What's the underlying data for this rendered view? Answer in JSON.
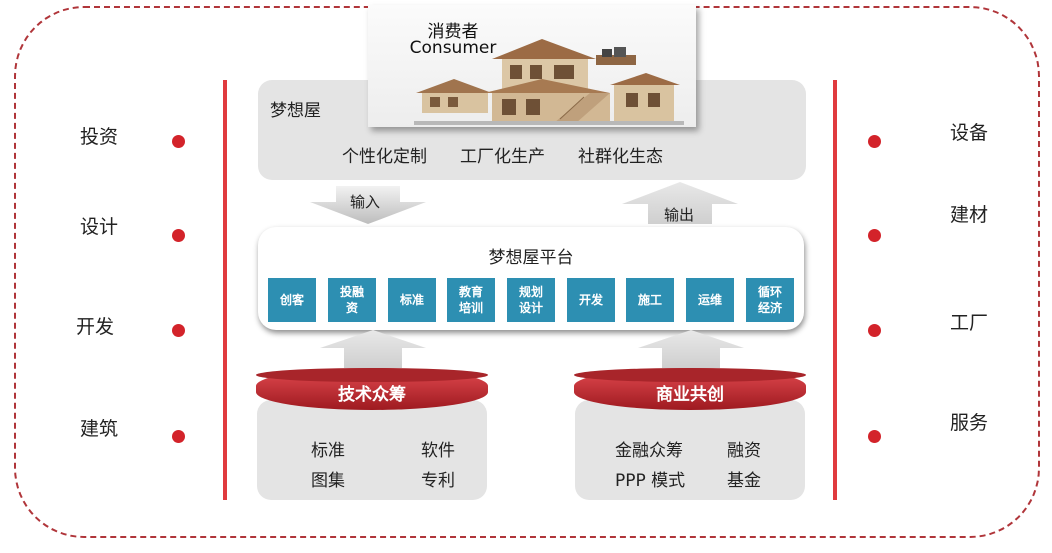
{
  "consumer": {
    "line1": "消费者",
    "line2": "Consumer"
  },
  "dream_house": {
    "title": "梦想屋",
    "features": [
      "个性化定制",
      "工厂化生产",
      "社群化生态"
    ]
  },
  "arrows": {
    "input": "输入",
    "output": "输出"
  },
  "platform": {
    "title": "梦想屋平台",
    "modules": [
      "创客",
      "投融\n资",
      "标准",
      "教育\n培训",
      "规划\n设计",
      "开发",
      "施工",
      "运维",
      "循环\n经济"
    ]
  },
  "tech_crowdfunding": {
    "title": "技术众筹",
    "items": [
      "标准",
      "软件",
      "图集",
      "专利"
    ]
  },
  "business_cocreation": {
    "title": "商业共创",
    "items": [
      "金融众筹",
      "融资",
      "PPP 模式",
      "基金"
    ]
  },
  "left_items": [
    "投资",
    "设计",
    "开发",
    "建筑"
  ],
  "right_items": [
    "设备",
    "建材",
    "工厂",
    "服务"
  ],
  "colors": {
    "accent": "#d3232a",
    "module": "#2d8fb2",
    "panel": "#e4e4e4"
  }
}
